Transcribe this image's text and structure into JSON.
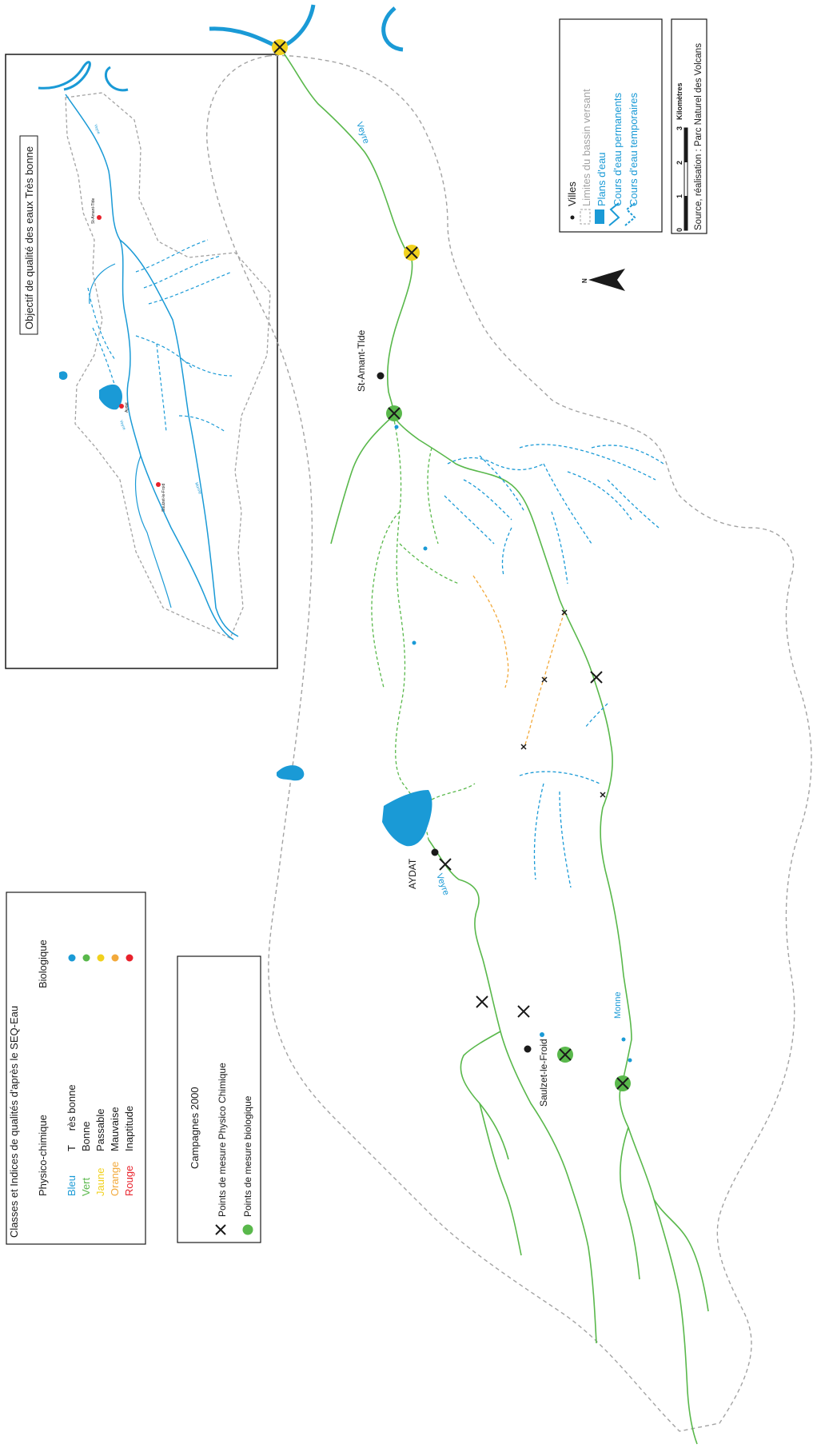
{
  "colors": {
    "very_good": "#1a9ad6",
    "good": "#59b84b",
    "fair": "#f1d11d",
    "poor": "#f2a93b",
    "unfit": "#e8212b",
    "boundary": "#a3a3a3",
    "black": "#1a1a1a"
  },
  "inset": {
    "title": "Objectif de qualité des eaux Très bonne",
    "towns": [
      {
        "name": "St-Amant-Tlde"
      },
      {
        "name": "Aydat"
      },
      {
        "name": "Saulzet-le-Froid"
      }
    ],
    "rivers": [
      {
        "name": "Veyre"
      },
      {
        "name": "Veyre"
      },
      {
        "name": "Monne"
      }
    ]
  },
  "map": {
    "towns": [
      {
        "name": "St-Amant-Tlde"
      },
      {
        "name": "AYDAT"
      },
      {
        "name": "Saulzet-le-Froid"
      }
    ],
    "rivers": [
      {
        "name": "Veyre"
      },
      {
        "name": "Veyre"
      },
      {
        "name": "Monne"
      }
    ]
  },
  "legend_classes": {
    "title": "Classes et Indices de qualités d'après le SEQ-Eau",
    "col_physico": "Physico-chimique",
    "col_bio": "Biologique",
    "rows": [
      {
        "color_name": "Bleu",
        "quality": "T     rès bonne",
        "color": "#1a9ad6"
      },
      {
        "color_name": "Vert",
        "quality": "Bonne",
        "color": "#59b84b"
      },
      {
        "color_name": "Jaune",
        "quality": "Passable",
        "color": "#f1d11d"
      },
      {
        "color_name": "Orange",
        "quality": "Mauvaise",
        "color": "#f2a93b"
      },
      {
        "color_name": "Rouge",
        "quality": "Inaptitude",
        "color": "#e8212b"
      }
    ]
  },
  "legend_campaign": {
    "title": "Campagnes 2000",
    "physico_label": "Points de mesure Physico Chimique",
    "bio_label": "Points de mesure biologique"
  },
  "legend_map": {
    "towns_label": "Villes",
    "basin_label": "Limites du bassin versant",
    "lakes_label": "Plans d'eau",
    "permanent_label": "Cours d'eau permanents",
    "temporary_label": "Cours d'eau temporaires"
  },
  "scale": {
    "ticks": [
      "0",
      "1",
      "2",
      "3"
    ],
    "unit": "Kilomètres",
    "source": "Source, réalisation : Parc Naturel des Volcans"
  },
  "north_label": "N"
}
